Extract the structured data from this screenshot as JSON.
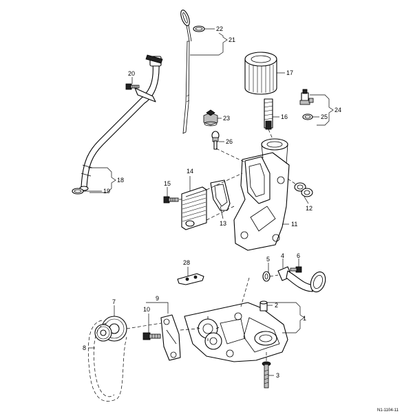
{
  "callouts": {
    "c1": "1",
    "c2": "2",
    "c3": "3",
    "c4": "4",
    "c5": "5",
    "c6": "6",
    "c7": "7",
    "c8": "8",
    "c9": "9",
    "c10": "10",
    "c11": "11",
    "c12": "12",
    "c13": "13",
    "c14": "14",
    "c15": "15",
    "c16": "16",
    "c17": "17",
    "c18": "18",
    "c19": "19",
    "c20": "20",
    "c21": "21",
    "c22": "22",
    "c23": "23",
    "c24": "24",
    "c25": "25",
    "c26": "26",
    "c28": "28"
  },
  "footer_code": "N1-1104-11"
}
